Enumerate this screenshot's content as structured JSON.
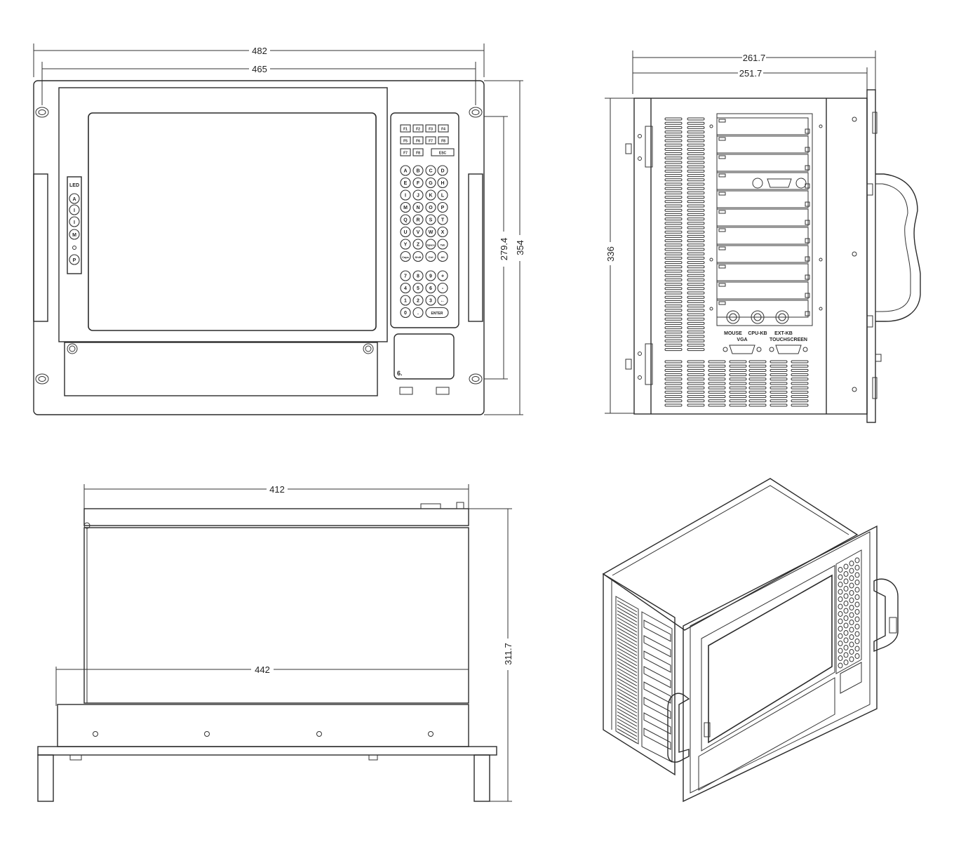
{
  "dimensions": {
    "front_overall_width": "482",
    "front_mount_hole_spacing": "465",
    "front_hole_vertical_spacing": "279.4",
    "front_height": "354",
    "side_overall_depth": "261.7",
    "side_body_depth": "251.7",
    "side_height": "336",
    "bottom_body_width": "412",
    "bottom_base_width": "442",
    "bottom_height": "311.7"
  },
  "front_panel": {
    "led_label": "LED",
    "side_buttons": [
      "A",
      "I",
      "I",
      "M",
      "P"
    ],
    "fkeys_row1": [
      "F1",
      "F2",
      "F3",
      "F4"
    ],
    "fkeys_row2": [
      "F5",
      "F6",
      "F7",
      "F8"
    ],
    "fkeys_row3": [
      "F7",
      "F8",
      "ESC"
    ],
    "alpha_keys": [
      [
        "A",
        "B",
        "C",
        "D"
      ],
      [
        "E",
        "F",
        "G",
        "H"
      ],
      [
        "I",
        "J",
        "K",
        "L"
      ],
      [
        "M",
        "N",
        "O",
        "P"
      ],
      [
        "Q",
        "R",
        "S",
        "T"
      ],
      [
        "U",
        "V",
        "W",
        "X"
      ],
      [
        "Y",
        "Z",
        "Space",
        "Tab"
      ],
      [
        "Caps",
        "Shift",
        "Ctrl",
        "Alt"
      ]
    ],
    "num_keys": [
      [
        "7",
        "8",
        "9",
        "+"
      ],
      [
        "4",
        "5",
        "6",
        "-"
      ],
      [
        "1",
        "2",
        "3",
        "←"
      ],
      [
        "0",
        ".",
        "ENTER"
      ]
    ],
    "touchpad_label": "6."
  },
  "rear_panel": {
    "connector_labels": [
      "MOUSE",
      "CPU-KB",
      "EXT-KB"
    ],
    "lower_labels": [
      "VGA",
      "TOUCHSCREEN"
    ]
  }
}
